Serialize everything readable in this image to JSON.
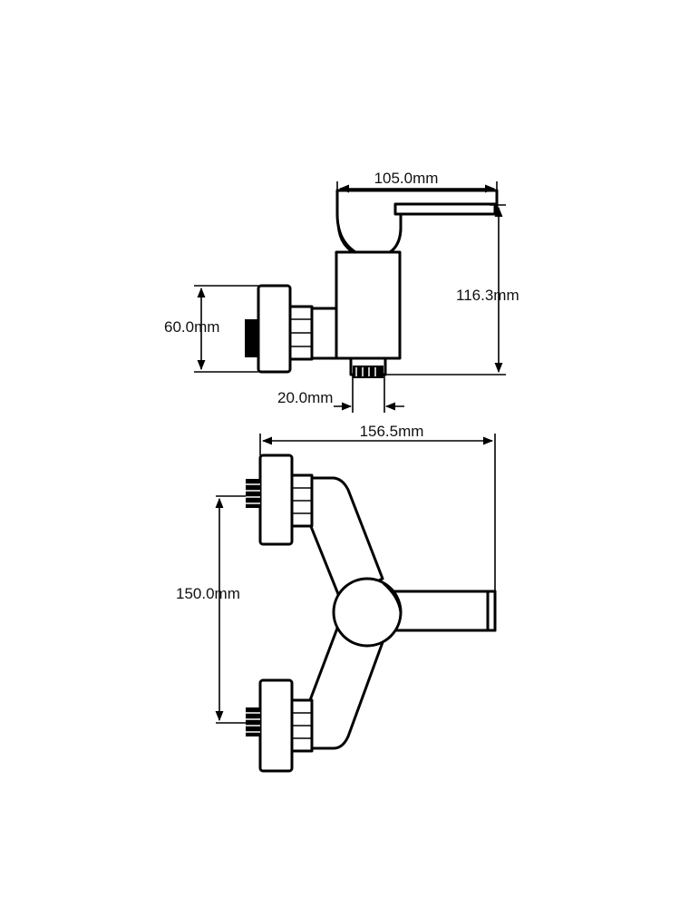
{
  "dimensions": {
    "handle_length": "105.0mm",
    "height": "116.3mm",
    "eccentric_diameter": "60.0mm",
    "spout_outlet": "20.0mm",
    "total_width": "156.5mm",
    "center_distance": "150.0mm"
  },
  "colors": {
    "line": "#000000",
    "background": "#ffffff"
  }
}
